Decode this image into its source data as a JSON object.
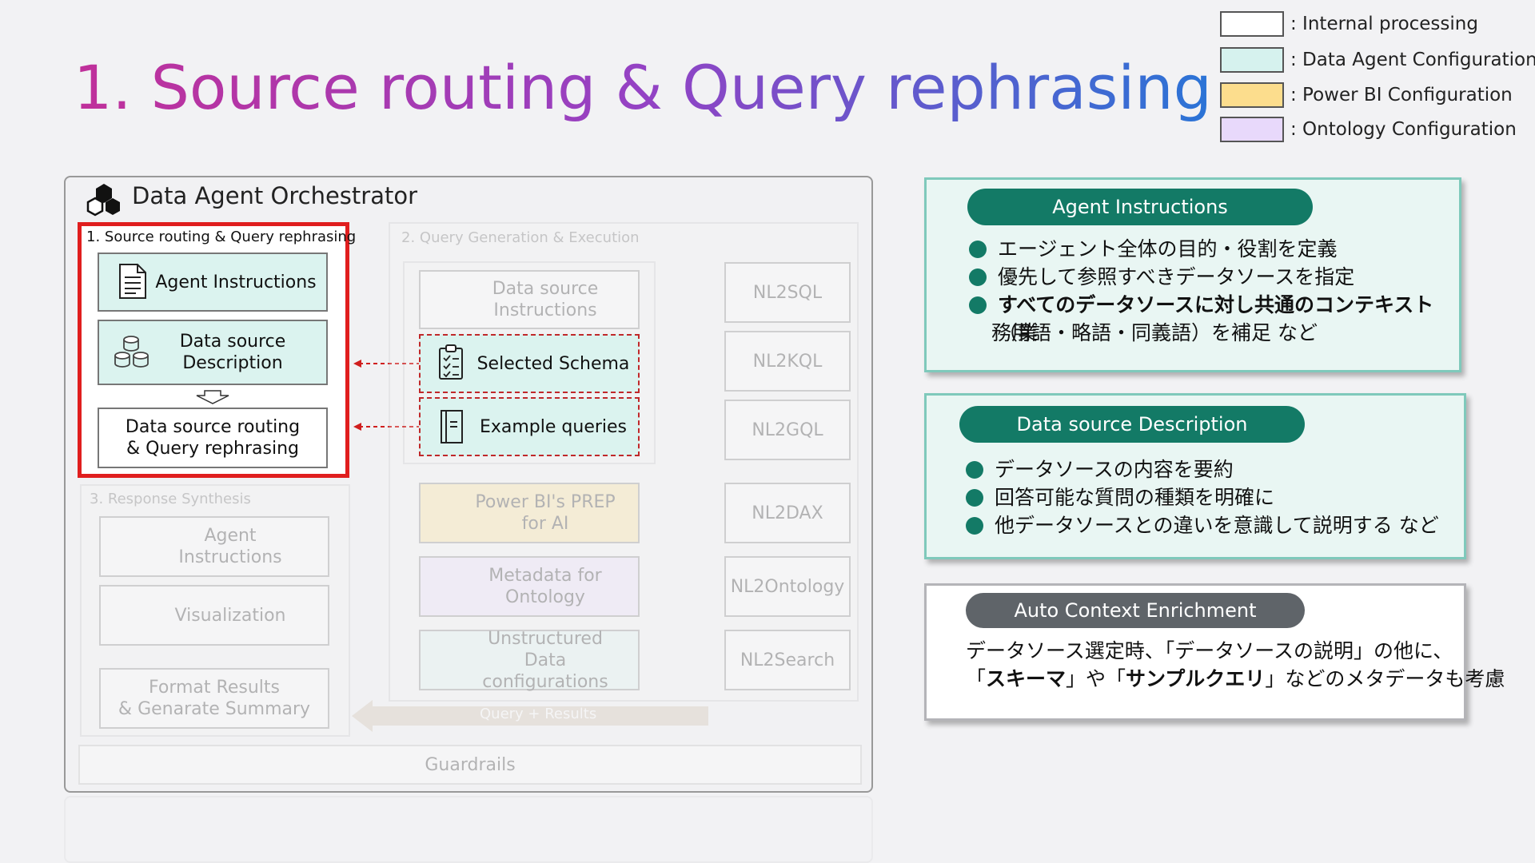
{
  "title": "1. Source routing & Query rephrasing",
  "legend": [
    {
      "text": ": Internal processing",
      "color": "#ffffff"
    },
    {
      "text": ": Data Agent Configuration",
      "color": "#d6f2ee"
    },
    {
      "text": ": Power BI Configuration",
      "color": "#fcdd8d"
    },
    {
      "text": ": Ontology Configuration",
      "color": "#e8d9fb"
    }
  ],
  "orchestrator": {
    "title": "Data Agent Orchestrator",
    "section1": {
      "title": "1. Source routing & Query rephrasing",
      "agent_instructions": "Agent Instructions",
      "data_source_description": "Data source Description",
      "routing_line1": "Data source routing",
      "routing_line2": "& Query rephrasing"
    },
    "section2": {
      "title": "2. Query Generation & Execution",
      "ds_instructions": "Data source Instructions",
      "selected_schema": "Selected Schema",
      "example_queries": "Example queries",
      "powerbi_prep": "Power BI's PREP for AI",
      "metadata_ontology": "Metadata for Ontology",
      "unstructured": "Unstructured Data configurations",
      "nl2": [
        "NL2SQL",
        "NL2KQL",
        "NL2GQL",
        "NL2DAX",
        "NL2Ontology",
        "NL2Search"
      ],
      "query_results": "Query + Results"
    },
    "section3": {
      "title": "3. Response Synthesis",
      "agent_instructions": "Agent Instructions",
      "visualization": "Visualization",
      "format_line1": "Format Results",
      "format_line2": "& Genarate Summary"
    },
    "guardrails": "Guardrails"
  },
  "cards": {
    "agent": {
      "pill": "Agent Instructions",
      "bullets": [
        "エージェント全体の目的・役割を定義",
        "優先して参照すべきデータソースを指定"
      ],
      "bullet3_bold": "すべてのデータソースに対し共通のコンテキスト",
      "bullet3_rest": "（業",
      "bullet3_cont": "務用語・略語・同義語）を補足 など"
    },
    "datasource": {
      "pill": "Data source Description",
      "bullets": [
        "データソースの内容を要約",
        "回答可能な質問の種類を明確に",
        "他データソースとの違いを意識して説明する など"
      ]
    },
    "auto": {
      "pill": "Auto Context Enrichment",
      "line1": "データソース選定時、「データソースの説明」の他に、",
      "l2a": "「",
      "l2b": "スキーマ",
      "l2c": "」や「",
      "l2d": "サンプルクエリ",
      "l2e": "」などのメタデータも考慮"
    }
  }
}
